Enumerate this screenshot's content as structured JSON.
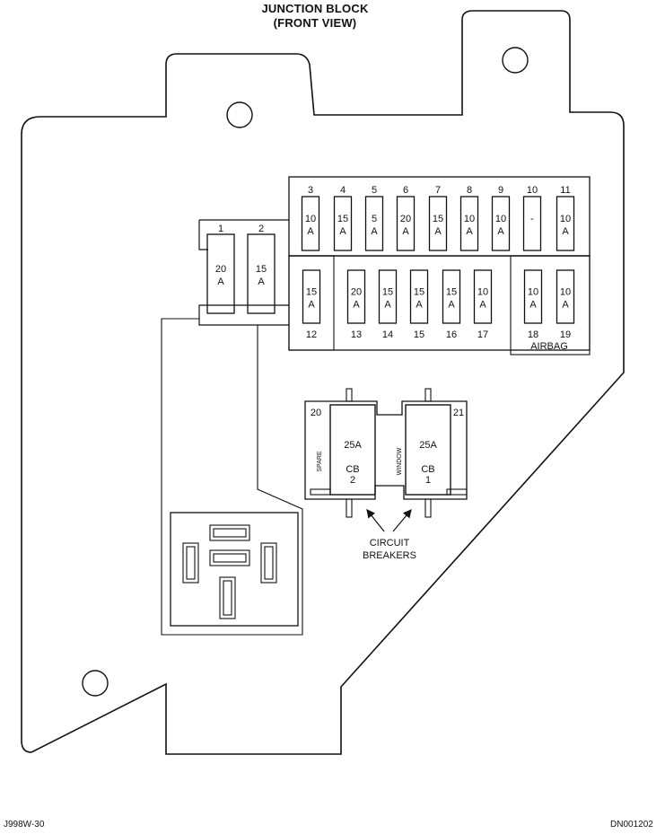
{
  "title_line1": "JUNCTION BLOCK",
  "title_line2": "(FRONT VIEW)",
  "top_fuses": [
    {
      "num": "3",
      "amp": "10",
      "unit": "A"
    },
    {
      "num": "4",
      "amp": "15",
      "unit": "A"
    },
    {
      "num": "5",
      "amp": "5",
      "unit": "A"
    },
    {
      "num": "6",
      "amp": "20",
      "unit": "A"
    },
    {
      "num": "7",
      "amp": "15",
      "unit": "A"
    },
    {
      "num": "8",
      "amp": "10",
      "unit": "A"
    },
    {
      "num": "9",
      "amp": "10",
      "unit": "A"
    },
    {
      "num": "10",
      "amp": "-",
      "unit": ""
    },
    {
      "num": "11",
      "amp": "10",
      "unit": "A"
    }
  ],
  "left_fuses": [
    {
      "num": "1",
      "amp": "20",
      "unit": "A"
    },
    {
      "num": "2",
      "amp": "15",
      "unit": "A"
    }
  ],
  "bottom_fuses": [
    {
      "num": "12",
      "amp": "15",
      "unit": "A"
    },
    {
      "num": "13",
      "amp": "20",
      "unit": "A"
    },
    {
      "num": "14",
      "amp": "15",
      "unit": "A"
    },
    {
      "num": "15",
      "amp": "15",
      "unit": "A"
    },
    {
      "num": "16",
      "amp": "15",
      "unit": "A"
    },
    {
      "num": "17",
      "amp": "10",
      "unit": "A"
    },
    {
      "num": "18",
      "amp": "10",
      "unit": "A"
    },
    {
      "num": "19",
      "amp": "10",
      "unit": "A"
    }
  ],
  "airbag_label": "AIRBAG",
  "breakers": [
    {
      "num": "20",
      "rating": "25A",
      "cb": "CB",
      "cb_num": "2",
      "side_label": "SPARE"
    },
    {
      "num": "21",
      "rating": "25A",
      "cb": "CB",
      "cb_num": "1",
      "side_label": "WINDOW"
    }
  ],
  "callout_line1": "CIRCUIT",
  "callout_line2": "BREAKERS",
  "footer_left": "J998W-30",
  "footer_right": "DN001202"
}
